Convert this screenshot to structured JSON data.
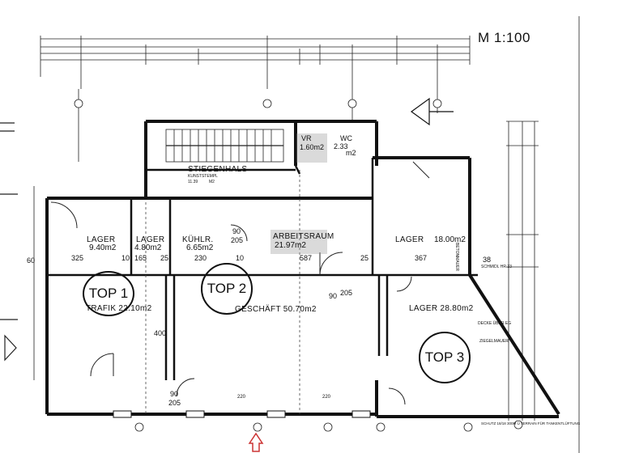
{
  "scale": "M 1:100",
  "tops": [
    {
      "id": "top1",
      "label": "TOP 1"
    },
    {
      "id": "top2",
      "label": "TOP 2"
    },
    {
      "id": "top3",
      "label": "TOP 3"
    }
  ],
  "rooms": {
    "lager1": {
      "name": "LAGER",
      "area": "9.40m2"
    },
    "lager2": {
      "name": "LAGER",
      "area": "4.80m2"
    },
    "kuehlr": {
      "name": "KÜHLR.",
      "area": "6.65m2"
    },
    "arbeitsraum": {
      "name": "ARBEITSRAUM",
      "area": "21.97m2"
    },
    "lager3": {
      "name": "LAGER",
      "area": "18.00m2"
    },
    "lager4": {
      "name": "LAGER 28.80m2"
    },
    "trafik": {
      "name": "TRAFIK 22.10m2"
    },
    "geschaeft": {
      "name": "GESCHÄFT 50.70m2"
    },
    "stiegenhaus": {
      "name": "STIEGENHALS",
      "sub": "KUNSTSTEMPL",
      "num": "11.39",
      "unit": "M2"
    },
    "vr": {
      "name": "VR",
      "area": "1.60m2"
    },
    "wc": {
      "name": "WC",
      "area": "2.33",
      "unit": "m2"
    }
  },
  "dims": {
    "d325": "325",
    "d10a": "10",
    "d165": "165",
    "d25a": "25",
    "d230": "230",
    "d10b": "10",
    "d587": "587",
    "d25b": "25",
    "d367": "367",
    "d38": "38",
    "d90a": "90",
    "d205a": "205",
    "d90b": "90",
    "d205b": "205",
    "d90c": "90",
    "d205c": "205",
    "d400": "400",
    "d60": "60",
    "d220a": "220",
    "d220b": "220"
  },
  "notes": {
    "schmidl": "SCHMIDL HR 33",
    "decke": "DECKE ÜBER EG",
    "ziegelmauer": "ZIEGELMAUER",
    "betonmauer": "BETONMAUER",
    "schutz": "SCHUTZ 18/18 300M Ü TERRAIN FÜR TANKENTLÜFTUNG"
  }
}
